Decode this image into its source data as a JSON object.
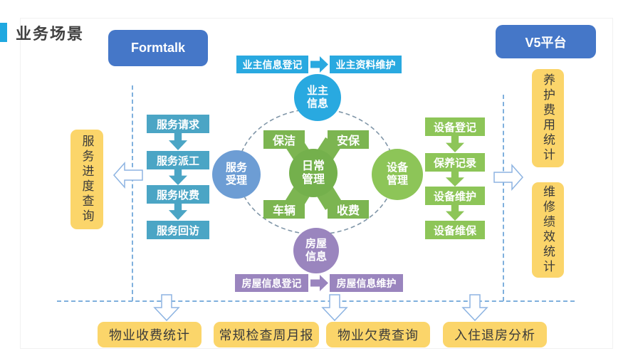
{
  "header": {
    "title": "业务场景",
    "platform_left": "Formtalk",
    "platform_right": "V5平台"
  },
  "owner_flow": {
    "register": "业主信息登记",
    "maintain": "业主资料维护"
  },
  "house_flow": {
    "register": "房屋信息登记",
    "maintain": "房屋信息维护"
  },
  "hub": {
    "owner": {
      "line1": "业主",
      "line2": "信息"
    },
    "service": {
      "line1": "服务",
      "line2": "受理"
    },
    "daily": {
      "line1": "日常",
      "line2": "管理"
    },
    "device": {
      "line1": "设备",
      "line2": "管理"
    },
    "house": {
      "line1": "房屋",
      "line2": "信息"
    },
    "daily_items": {
      "top_left": "保洁",
      "top_right": "安保",
      "bottom_left": "车辆",
      "bottom_right": "收费"
    }
  },
  "service_flow": {
    "steps": [
      "服务请求",
      "服务派工",
      "服务收费",
      "服务回访"
    ]
  },
  "device_flow": {
    "steps": [
      "设备登记",
      "保养记录",
      "设备维护",
      "设备维保"
    ]
  },
  "outputs": {
    "left": "服务进度查询",
    "right_top": "养护费用统计",
    "right_bottom": "维修绩效统计",
    "bottom": [
      "物业收费统计",
      "常规检查周月报",
      "物业欠费查询",
      "入住退房分析"
    ]
  },
  "colors": {
    "accent_cyan": "#1fa8e0",
    "cyan": "#29a9e0",
    "teal_blue": "#4ba5c5",
    "cornflower": "#6d9dd4",
    "green_dark": "#74b04c",
    "green_light": "#8dc558",
    "purple": "#9a85be",
    "yellow": "#fbd56a",
    "button_blue": "#4577c8"
  }
}
